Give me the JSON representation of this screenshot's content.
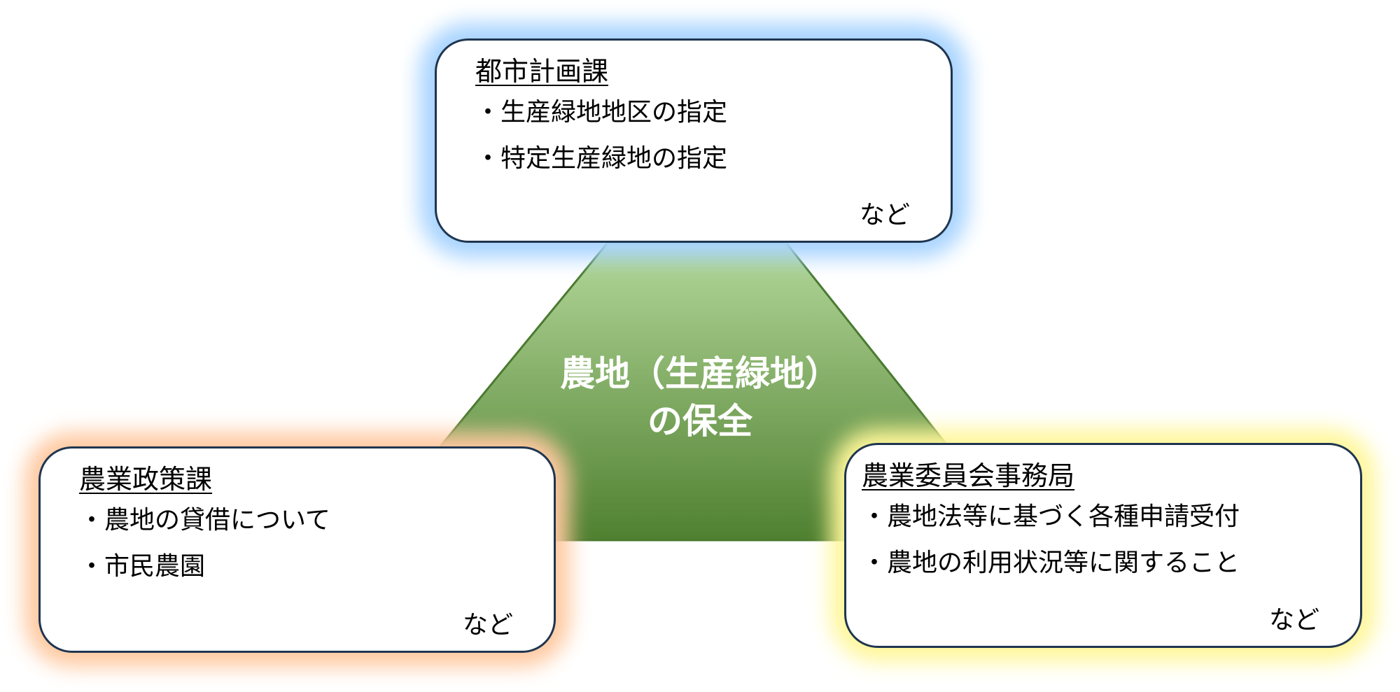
{
  "center": {
    "line1": "農地（生産緑地）",
    "line2": "の保全",
    "color": "#6a9a48"
  },
  "boxes": {
    "top": {
      "title": "都市計画課",
      "items": [
        "・生産緑地地区の指定",
        "・特定生産緑地の指定"
      ],
      "etc": "など",
      "glow": "#a8d4ff"
    },
    "left": {
      "title": "農業政策課",
      "items": [
        "・農地の貸借について",
        "・市民農園"
      ],
      "etc": "など",
      "glow": "#ffc9a0"
    },
    "right": {
      "title": "農業委員会事務局",
      "items": [
        "・農地法等に基づく各種申請受付",
        "・農地の利用状況等に関すること"
      ],
      "etc": "など",
      "glow": "#fff79a"
    }
  }
}
